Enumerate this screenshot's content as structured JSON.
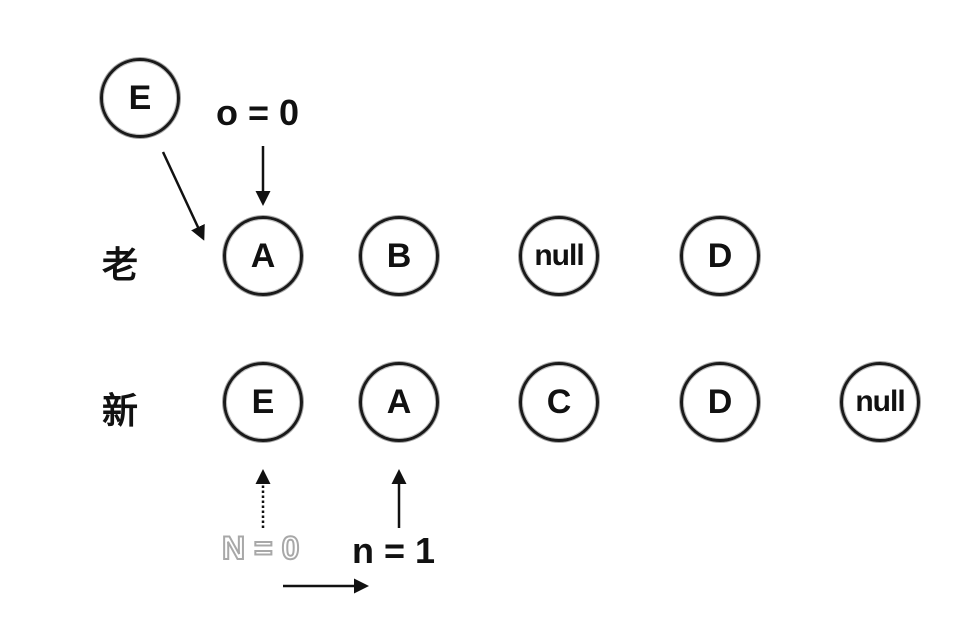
{
  "rows": {
    "old_label": "老",
    "new_label": "新"
  },
  "old_nodes": [
    "A",
    "B",
    "null",
    "D"
  ],
  "new_nodes": [
    "E",
    "A",
    "C",
    "D",
    "null"
  ],
  "floating_node": "E",
  "pointers": {
    "old": "o = 0",
    "new": "n = 1",
    "new_previous": "N = 0"
  }
}
